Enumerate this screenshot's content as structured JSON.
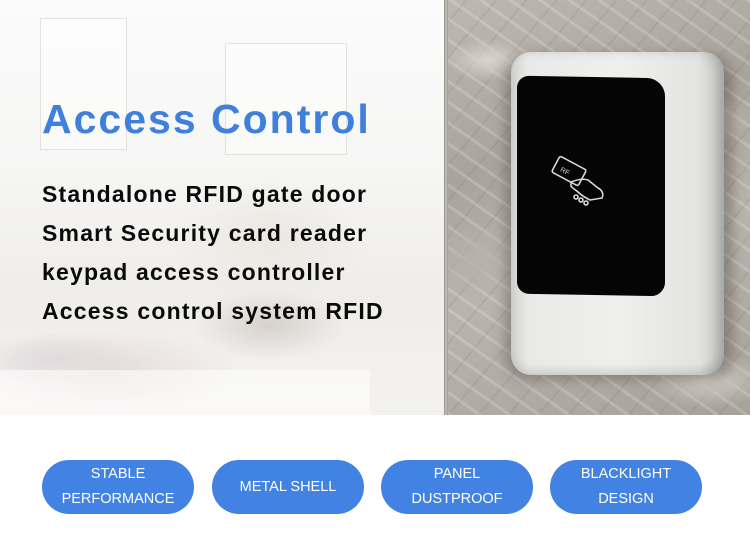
{
  "banner": {
    "headline": "Access Control",
    "headline_color": "#3f80dc",
    "feature_lines": [
      "Standalone RFID gate door",
      "Smart Security card reader",
      "keypad access controller",
      "Access control system RFID"
    ]
  },
  "product": {
    "panel_icon": "rfid-card-tap-icon",
    "panel_icon_text": "RF"
  },
  "badges": {
    "color": "#4282e2",
    "items": [
      {
        "line1": "STABLE",
        "line2": "PERFORMANCE"
      },
      {
        "line1": "METAL SHELL",
        "line2": ""
      },
      {
        "line1": "PANEL",
        "line2": "DUSTPROOF"
      },
      {
        "line1": "BLACKLIGHT",
        "line2": "DESIGN"
      }
    ]
  }
}
